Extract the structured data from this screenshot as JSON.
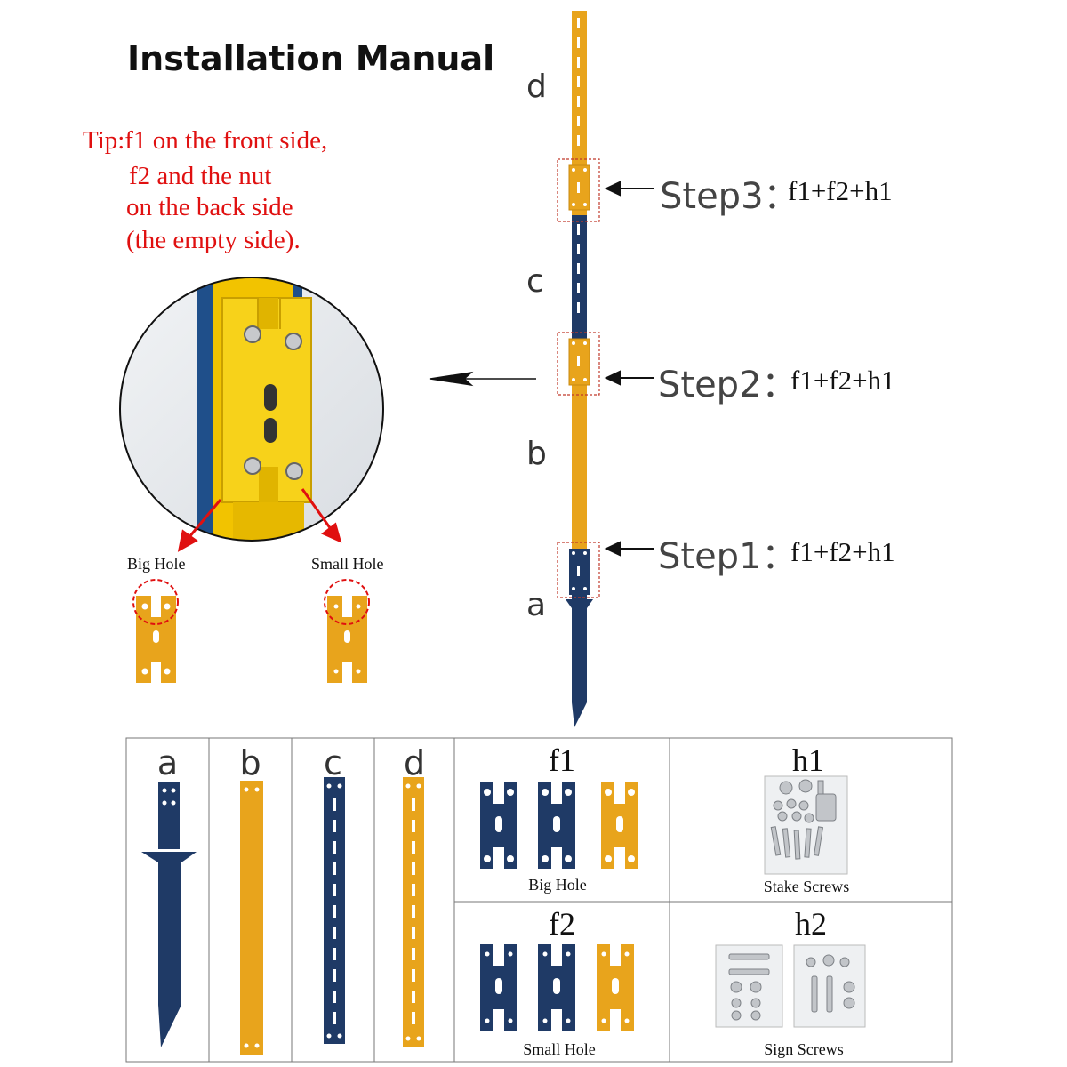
{
  "title": "Installation Manual",
  "tip": {
    "lines": [
      "Tip:f1 on the front side,",
      "f2 and the nut",
      "on the back side",
      "(the empty side)."
    ]
  },
  "segments": {
    "d": "d",
    "c": "c",
    "b": "b",
    "a": "a"
  },
  "steps": [
    {
      "label": "Step3：",
      "parts": "f1+f2+h1"
    },
    {
      "label": "Step2：",
      "parts": "f1+f2+h1"
    },
    {
      "label": "Step1：",
      "parts": "f1+f2+h1"
    }
  ],
  "hole_labels": {
    "big": "Big Hole",
    "small": "Small Hole"
  },
  "parts_grid": {
    "a": "a",
    "b": "b",
    "c": "c",
    "d": "d",
    "f1": {
      "title": "f1",
      "caption": "Big Hole"
    },
    "f2": {
      "title": "f2",
      "caption": "Small Hole"
    },
    "h1": {
      "title": "h1",
      "caption": "Stake Screws"
    },
    "h2": {
      "title": "h2",
      "caption": "Sign Screws"
    }
  },
  "colors": {
    "navy": "#1f3a66",
    "yellow": "#e8a41c",
    "red_text": "#e01010",
    "dashed_red": "#c0392b"
  }
}
